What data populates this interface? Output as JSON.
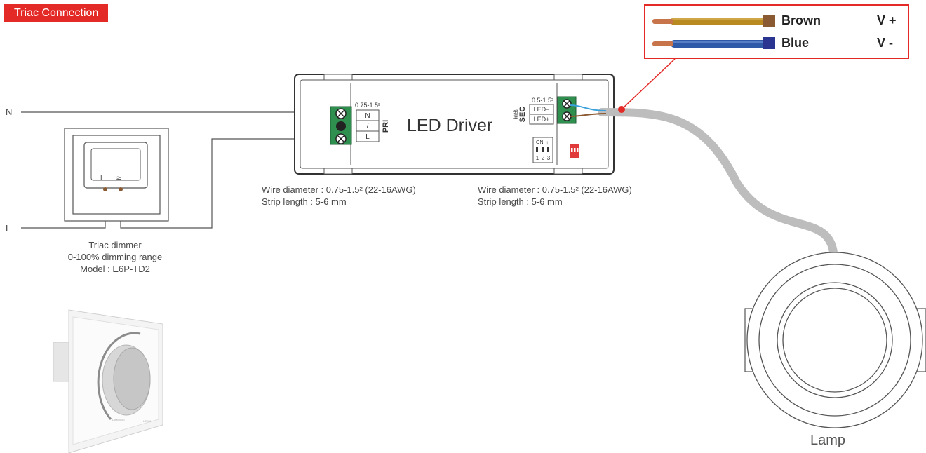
{
  "title": "Triac Connection",
  "mains": {
    "neutral": "N",
    "live": "L"
  },
  "dimmer": {
    "face_l": "L",
    "face_symbol": "≈",
    "caption": [
      "Triac dimmer",
      "0-100% dimming range",
      "Model : E6P-TD2"
    ],
    "product_knob_text": [
      "DIMMING",
      "LTECH"
    ]
  },
  "driver": {
    "name": "LED Driver",
    "pri": {
      "range": "0.75-1.5²",
      "terminals": [
        "N",
        "/",
        "L"
      ],
      "label": "PRI"
    },
    "sec": {
      "range": "0.5-1.5²",
      "terminals": [
        "LED−",
        "LED+"
      ],
      "label": "SEC",
      "label_cn": "输出"
    },
    "dip": {
      "on_label": "ON",
      "numbers": [
        "1",
        "2",
        "3"
      ]
    }
  },
  "specs": [
    {
      "diameter": "Wire diameter : 0.75-1.5² (22-16AWG)",
      "strip": "Strip length : 5-6 mm"
    },
    {
      "diameter": "Wire diameter : 0.75-1.5² (22-16AWG)",
      "strip": "Strip length : 5-6 mm"
    }
  ],
  "legend": [
    {
      "name": "Brown",
      "polarity": "V +",
      "color": "#8a5a32"
    },
    {
      "name": "Blue",
      "polarity": "V -",
      "color": "#2a3592"
    }
  ],
  "lamp": {
    "name": "Lamp"
  },
  "colors": {
    "accent_red": "#e32a27",
    "terminal_green": "#2f8f4e",
    "dip_red": "#e03a3a",
    "cable_gray": "#bdbdbd"
  }
}
